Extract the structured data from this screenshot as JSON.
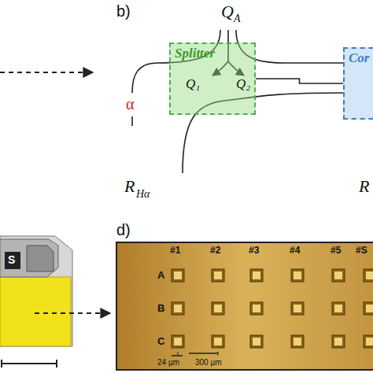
{
  "diagram": {
    "nodes": [
      {
        "text": [
          "Splitter"
        ]
      },
      {
        "text": [
          "Cor"
        ]
      }
    ],
    "edges": [
      {
        "from": 0,
        "to": 1,
        "arrow": "none"
      }
    ],
    "labels": [
      "b)",
      "Q",
      "A",
      "Q₁",
      "Q₂",
      "α",
      "R",
      "Hα",
      "R",
      "S",
      "d)",
      "#1",
      "#2",
      "#3",
      "#4",
      "#5",
      "#S",
      "A",
      "B",
      "C",
      "24 µm",
      "300 µm"
    ]
  }
}
